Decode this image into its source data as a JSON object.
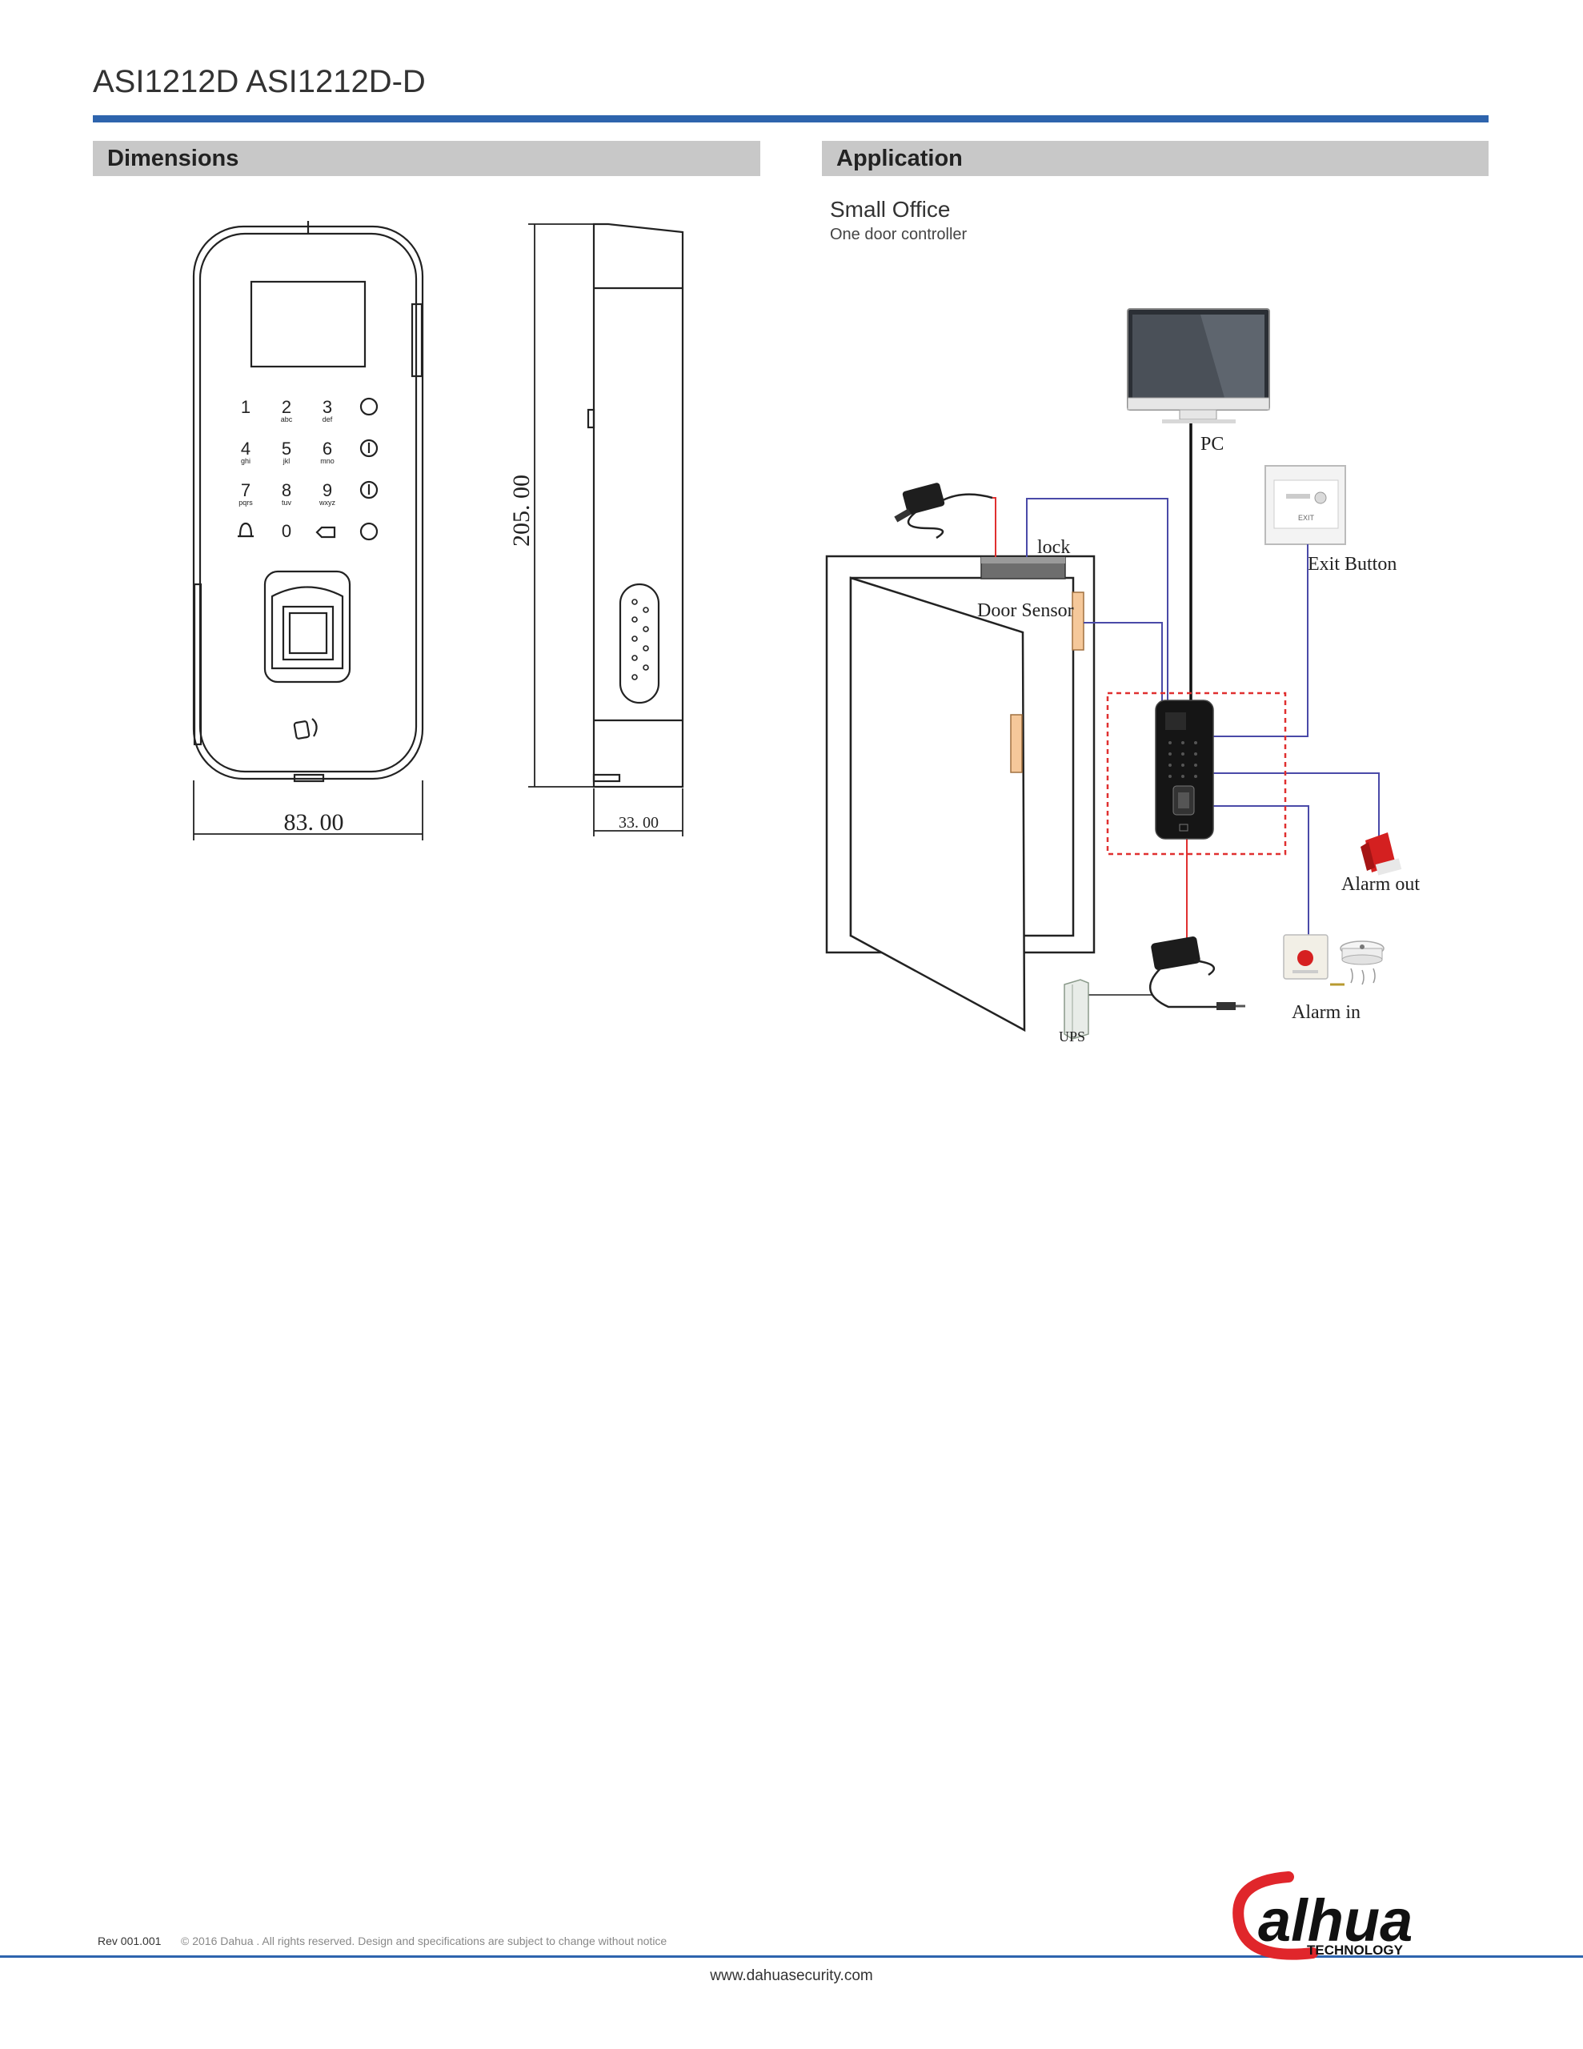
{
  "header": {
    "title": "ASI1212D ASI1212D-D"
  },
  "sections": {
    "dimensions": {
      "label": "Dimensions"
    },
    "application": {
      "label": "Application",
      "title": "Small Office",
      "caption": "One door controller"
    }
  },
  "dimensions_drawing": {
    "width_label": "83. 00",
    "height_label": "205. 00",
    "depth_label": "33. 00",
    "keypad": [
      [
        "1",
        "2",
        "3"
      ],
      [
        "4",
        "5",
        "6"
      ],
      [
        "7",
        "8",
        "9"
      ],
      [
        "",
        "0",
        ""
      ]
    ],
    "keypad_sub": [
      "",
      "abc",
      "def",
      "ghi",
      "jkl",
      "mno",
      "pqrs",
      "tuv",
      "wxyz"
    ]
  },
  "application_diagram": {
    "labels": {
      "pc": "PC",
      "lock": "lock",
      "door_sensor": "Door Sensor",
      "exit_button": "Exit Button",
      "exit_plate": "EXIT",
      "alarm_out": "Alarm out",
      "alarm_in": "Alarm in",
      "ups": "UPS"
    },
    "colors": {
      "power_wire": "#e03030",
      "signal_wire": "#4a4aa8",
      "network_wire": "#111111",
      "controller_box": "#e03030",
      "sensor": "#f5c89a"
    }
  },
  "footer": {
    "rev": "Rev 001.001",
    "copyright": "© 2016 Dahua . All rights reserved. Design and specifications are subject to change without notice",
    "url": "www.dahuasecurity.com",
    "logo_text": "alhua",
    "logo_sub": "TECHNOLOGY"
  }
}
